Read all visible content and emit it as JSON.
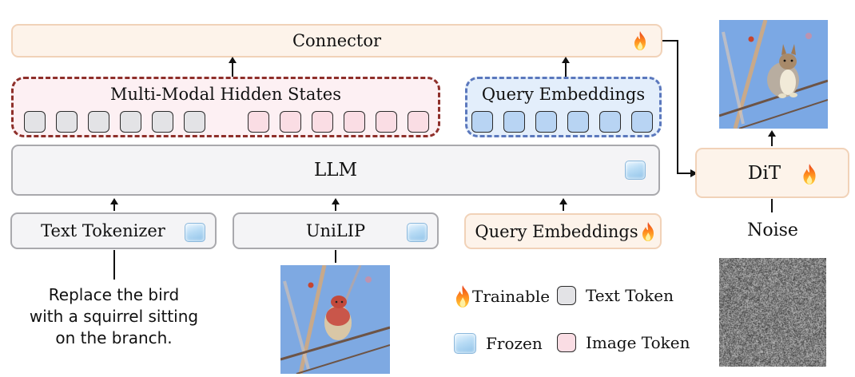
{
  "diagram": {
    "connector": {
      "label": "Connector",
      "status_icon": "fire-icon"
    },
    "hidden_states": {
      "label": "Multi-Modal Hidden States",
      "text_tokens": 6,
      "image_tokens": 6
    },
    "query_output": {
      "label": "Query Embeddings",
      "tokens": 6
    },
    "llm": {
      "label": "LLM",
      "status_icon": "ice-cube-icon"
    },
    "text_tokenizer": {
      "label": "Text Tokenizer",
      "status_icon": "ice-cube-icon"
    },
    "unilip": {
      "label": "UniLIP",
      "status_icon": "ice-cube-icon"
    },
    "query_input": {
      "label": "Query Embeddings",
      "status_icon": "fire-icon"
    },
    "dit": {
      "label": "DiT",
      "status_icon": "fire-icon"
    },
    "noise": {
      "label": "Noise"
    },
    "instruction": {
      "lines": [
        "Replace the bird",
        "with a squirrel sitting",
        "on the branch."
      ]
    },
    "input_image": {
      "subject": "bird on branch"
    },
    "output_image": {
      "subject": "squirrel on branch"
    },
    "noise_image": {
      "subject": "gaussian noise"
    }
  },
  "legend": {
    "trainable": "Trainable",
    "frozen": "Frozen",
    "text_token": "Text Token",
    "image_token": "Image Token"
  },
  "colors": {
    "trainable_box": "#fdf3ea",
    "frozen_box": "#f4f4f6",
    "hidden_states_border": "#8e2f2a",
    "query_border": "#5b78bd",
    "text_token": "#e3e3e6",
    "image_token": "#fadde4",
    "query_token": "#b8d4f3"
  }
}
